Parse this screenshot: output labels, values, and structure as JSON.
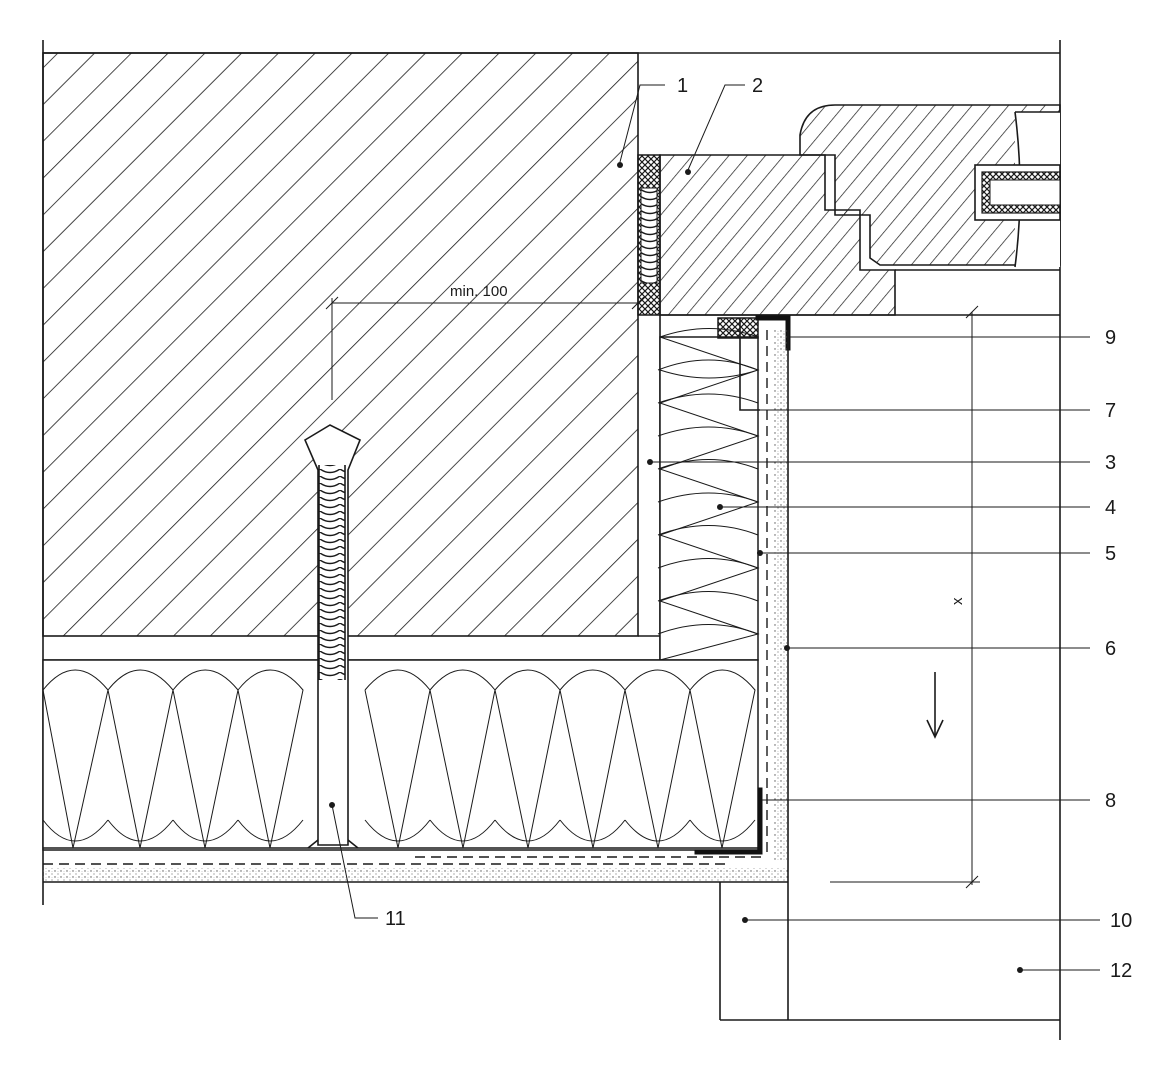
{
  "diagram": {
    "dimension_min": "min. 100",
    "dimension_x": "x",
    "callouts": [
      {
        "id": "c1",
        "label": "1"
      },
      {
        "id": "c2",
        "label": "2"
      },
      {
        "id": "c3",
        "label": "3"
      },
      {
        "id": "c4",
        "label": "4"
      },
      {
        "id": "c5",
        "label": "5"
      },
      {
        "id": "c6",
        "label": "6"
      },
      {
        "id": "c7",
        "label": "7"
      },
      {
        "id": "c8",
        "label": "8"
      },
      {
        "id": "c9",
        "label": "9"
      },
      {
        "id": "c10",
        "label": "10"
      },
      {
        "id": "c11",
        "label": "11"
      },
      {
        "id": "c12",
        "label": "12"
      }
    ]
  }
}
